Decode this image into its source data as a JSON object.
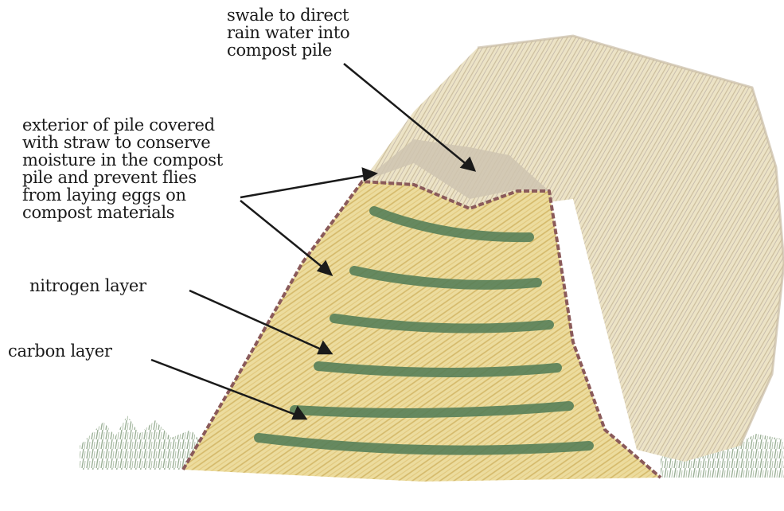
{
  "labels": {
    "swale": [
      "swale to direct",
      "rain water into",
      "compost pile"
    ],
    "exterior": [
      "exterior of pile covered",
      "with straw to conserve",
      "moisture in the compost",
      "pile and prevent flies",
      "from laying eggs on",
      "compost materials"
    ],
    "nitrogen": "nitrogen layer",
    "carbon": "carbon layer"
  },
  "colors": {
    "straw": "#e8d58c",
    "straw_shade": "#d9c98f",
    "straw_back": "#e6dcc0",
    "outline": "#8a5a5a",
    "nitrogen_green": "#4f7a55",
    "grass": "#8fa68a",
    "ink": "#1a1a1a"
  }
}
